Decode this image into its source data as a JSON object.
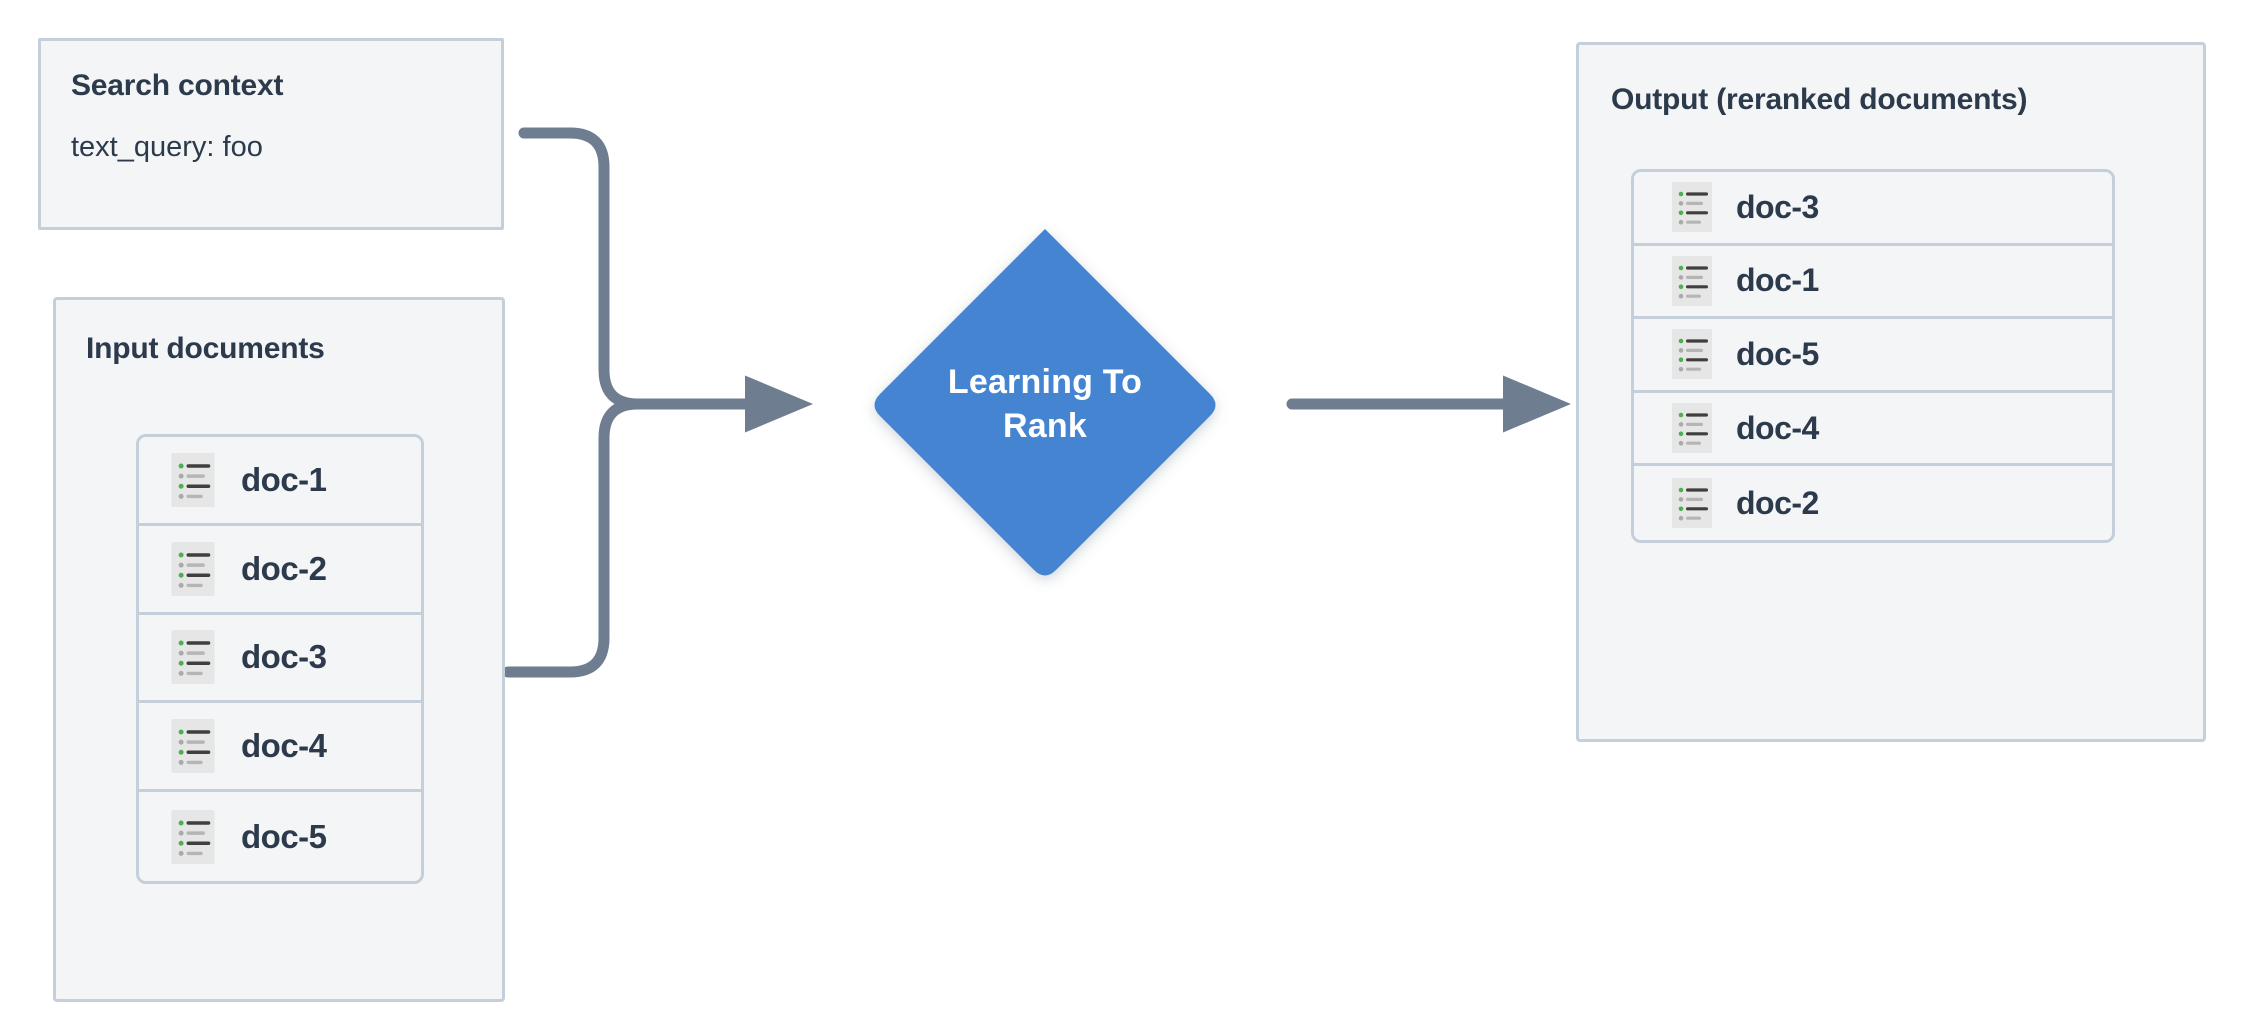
{
  "diagram": {
    "title": "Learning To Rank reranking flow",
    "colors": {
      "panel_bg": "#f3f5f7",
      "panel_border": "#c5cfda",
      "text": "#2c3a4b",
      "node_fill": "#4484d1",
      "node_text": "#ffffff",
      "connector": "#6e7d8f",
      "icon_bg": "#e6e6e6",
      "icon_bullet_green": "#4caf50",
      "icon_bullet_gray": "#aaaaaa",
      "icon_line_dark": "#3f3f3f",
      "icon_line_gray": "#b5b5b5",
      "canvas_bg": "#ffffff"
    }
  },
  "search_context": {
    "title": "Search context",
    "query_line": "text_query: foo"
  },
  "input_documents": {
    "title": "Input documents",
    "docs": [
      {
        "label": "doc-1",
        "icon": "document-list-icon"
      },
      {
        "label": "doc-2",
        "icon": "document-list-icon"
      },
      {
        "label": "doc-3",
        "icon": "document-list-icon"
      },
      {
        "label": "doc-4",
        "icon": "document-list-icon"
      },
      {
        "label": "doc-5",
        "icon": "document-list-icon"
      }
    ]
  },
  "process_node": {
    "label_line_1": "Learning To",
    "label_line_2": "Rank",
    "shape": "diamond"
  },
  "output_documents": {
    "title": "Output (reranked documents)",
    "docs": [
      {
        "label": "doc-3",
        "icon": "document-list-icon"
      },
      {
        "label": "doc-1",
        "icon": "document-list-icon"
      },
      {
        "label": "doc-5",
        "icon": "document-list-icon"
      },
      {
        "label": "doc-4",
        "icon": "document-list-icon"
      },
      {
        "label": "doc-2",
        "icon": "document-list-icon"
      }
    ]
  },
  "connectors": [
    {
      "name": "search-context-to-ltr",
      "from": "search_context",
      "to": "process_node",
      "style": "elbow-arrow"
    },
    {
      "name": "input-documents-to-ltr",
      "from": "input_documents",
      "to": "process_node",
      "style": "elbow-arrow"
    },
    {
      "name": "ltr-to-output",
      "from": "process_node",
      "to": "output_documents",
      "style": "straight-arrow"
    }
  ]
}
